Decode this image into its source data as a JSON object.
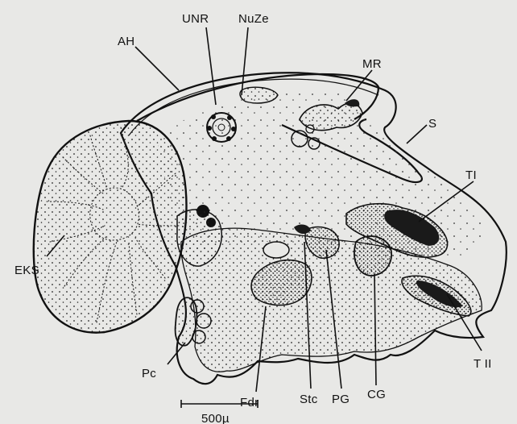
{
  "labels": {
    "AH": "AH",
    "UNR": "UNR",
    "NuZe": "NuZe",
    "MR": "MR",
    "S": "S",
    "TI": "TI",
    "EKS": "EKS",
    "Pc": "Pc",
    "Fdr": "Fdr",
    "Stc": "Stc",
    "PG": "PG",
    "CG": "CG",
    "TII": "T II"
  },
  "scale_bar": {
    "label": "500µ"
  },
  "colors": {
    "ink": "#111111",
    "background": "#e8e8e6",
    "dark_tissue": "#1a1a1a"
  }
}
